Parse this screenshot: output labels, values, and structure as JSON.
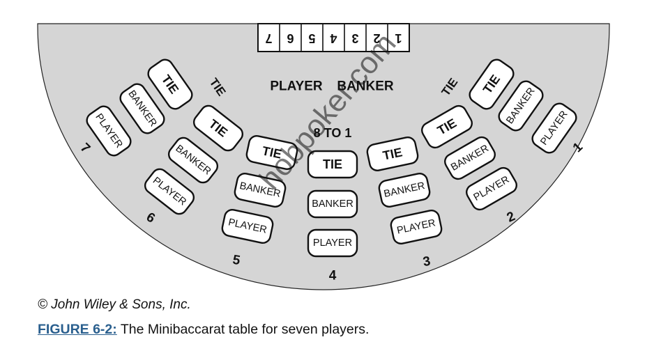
{
  "table": {
    "felt_color": "#d5d5d5",
    "numbers": [
      "7",
      "6",
      "5",
      "4",
      "3",
      "2",
      "1"
    ],
    "center_labels": {
      "player": "PLAYER",
      "banker": "BANKER"
    },
    "payout_label": "8 TO 1",
    "watermark": "hobpoker.com",
    "spots": [
      {
        "seat": "7",
        "labels": {
          "tie": "TIE",
          "banker": "BANKER",
          "player": "PLAYER"
        },
        "tie_caption": "TIE"
      },
      {
        "seat": "6",
        "labels": {
          "tie": "TIE",
          "banker": "BANKER",
          "player": "PLAYER"
        }
      },
      {
        "seat": "5",
        "labels": {
          "tie": "TIE",
          "banker": "BANKER",
          "player": "PLAYER"
        }
      },
      {
        "seat": "4",
        "labels": {
          "tie": "TIE",
          "banker": "BANKER",
          "player": "PLAYER"
        }
      },
      {
        "seat": "3",
        "labels": {
          "tie": "TIE",
          "banker": "BANKER",
          "player": "PLAYER"
        }
      },
      {
        "seat": "2",
        "labels": {
          "tie": "TIE",
          "banker": "BANKER",
          "player": "PLAYER"
        }
      },
      {
        "seat": "1",
        "labels": {
          "tie": "TIE",
          "banker": "BANKER",
          "player": "PLAYER"
        },
        "tie_caption": "TIE"
      }
    ]
  },
  "caption": {
    "copyright": "© John Wiley & Sons, Inc.",
    "figure_label": "FIGURE 6-2:",
    "figure_text": " The Minibaccarat table for seven players.",
    "link_color": "#2a5f8e"
  }
}
